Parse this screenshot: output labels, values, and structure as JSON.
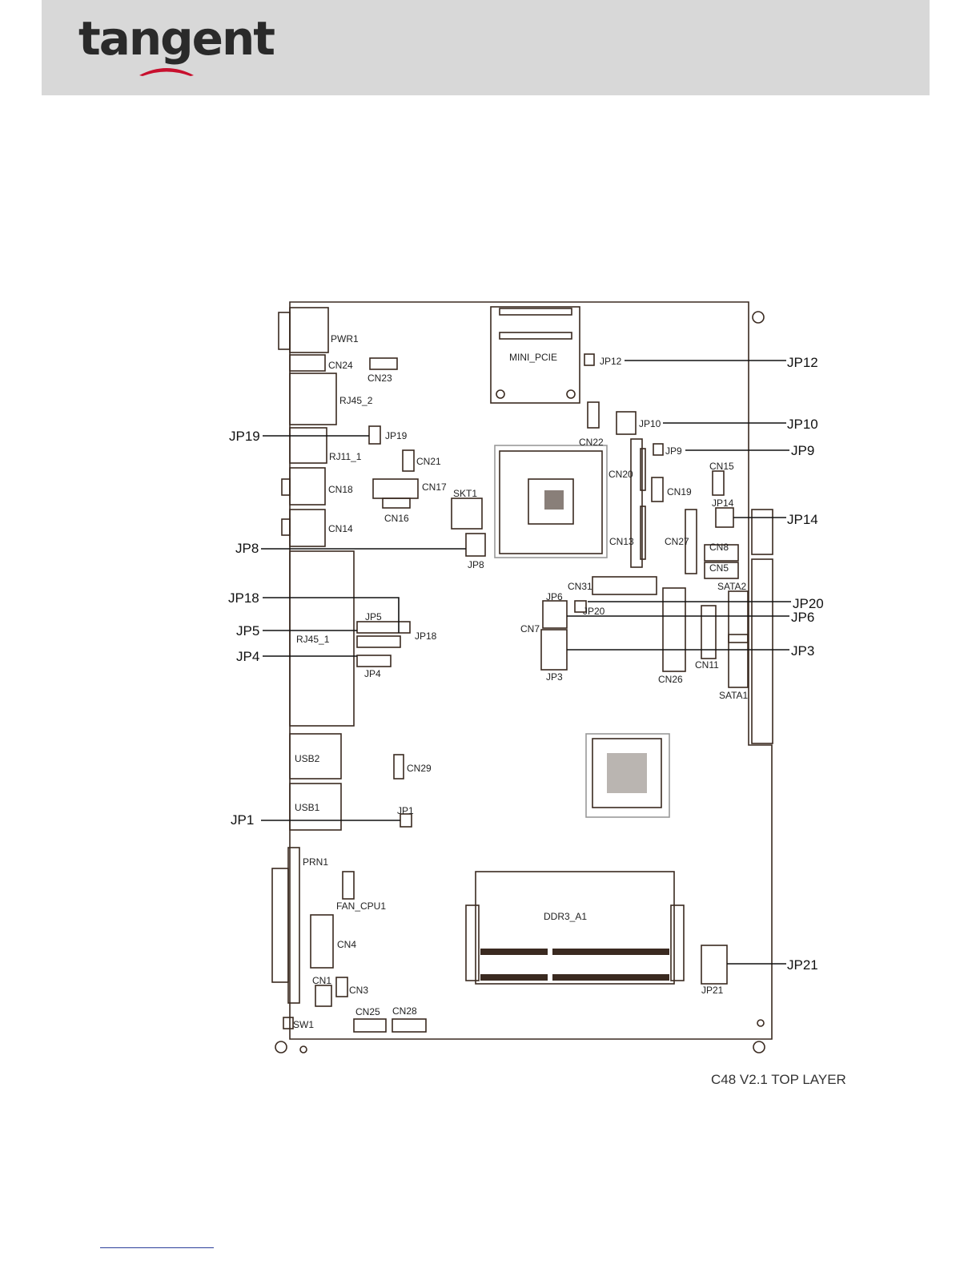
{
  "brand": {
    "logo_text": "tangent",
    "accent_color": "#c8102e"
  },
  "diagram": {
    "caption": "C48 V2.1 TOP LAYER",
    "components": [
      {
        "id": "pwr1",
        "label": "PWR1"
      },
      {
        "id": "cn24",
        "label": "CN24"
      },
      {
        "id": "cn23",
        "label": "CN23"
      },
      {
        "id": "rj45_2",
        "label": "RJ45_2"
      },
      {
        "id": "jp19",
        "label": "JP19"
      },
      {
        "id": "rj11_1",
        "label": "RJ11_1"
      },
      {
        "id": "cn21",
        "label": "CN21"
      },
      {
        "id": "cn18",
        "label": "CN18"
      },
      {
        "id": "cn17",
        "label": "CN17"
      },
      {
        "id": "cn16",
        "label": "CN16"
      },
      {
        "id": "skt1",
        "label": "SKT1"
      },
      {
        "id": "cn14",
        "label": "CN14"
      },
      {
        "id": "jp8",
        "label": "JP8"
      },
      {
        "id": "jp5",
        "label": "JP5"
      },
      {
        "id": "rj45_1",
        "label": "RJ45_1"
      },
      {
        "id": "jp18",
        "label": "JP18"
      },
      {
        "id": "jp4",
        "label": "JP4"
      },
      {
        "id": "usb2",
        "label": "USB2"
      },
      {
        "id": "cn29",
        "label": "CN29"
      },
      {
        "id": "usb1",
        "label": "USB1"
      },
      {
        "id": "jp1",
        "label": "JP1"
      },
      {
        "id": "prn1",
        "label": "PRN1"
      },
      {
        "id": "fan_cpu1",
        "label": "FAN_CPU1"
      },
      {
        "id": "cn4",
        "label": "CN4"
      },
      {
        "id": "cn1",
        "label": "CN1"
      },
      {
        "id": "cn3",
        "label": "CN3"
      },
      {
        "id": "cn25",
        "label": "CN25"
      },
      {
        "id": "cn28",
        "label": "CN28"
      },
      {
        "id": "sw1",
        "label": "SW1"
      },
      {
        "id": "mini_pcie",
        "label": "MINI_PCIE"
      },
      {
        "id": "jp12",
        "label": "JP12"
      },
      {
        "id": "cn22",
        "label": "CN22"
      },
      {
        "id": "jp10",
        "label": "JP10"
      },
      {
        "id": "jp9",
        "label": "JP9"
      },
      {
        "id": "cn20",
        "label": "CN20"
      },
      {
        "id": "cn19",
        "label": "CN19"
      },
      {
        "id": "cn15",
        "label": "CN15"
      },
      {
        "id": "jp14",
        "label": "JP14"
      },
      {
        "id": "cn13",
        "label": "CN13"
      },
      {
        "id": "cn27",
        "label": "CN27"
      },
      {
        "id": "cn8",
        "label": "CN8"
      },
      {
        "id": "cn5",
        "label": "CN5"
      },
      {
        "id": "cn31",
        "label": "CN31"
      },
      {
        "id": "sata2",
        "label": "SATA2"
      },
      {
        "id": "jp6",
        "label": "JP6"
      },
      {
        "id": "jp20",
        "label": "JP20"
      },
      {
        "id": "cn7",
        "label": "CN7"
      },
      {
        "id": "jp3",
        "label": "JP3"
      },
      {
        "id": "cn26",
        "label": "CN26"
      },
      {
        "id": "cn11",
        "label": "CN11"
      },
      {
        "id": "sata1",
        "label": "SATA1"
      },
      {
        "id": "ddr3_a1",
        "label": "DDR3_A1"
      },
      {
        "id": "jp21",
        "label": "JP21"
      }
    ],
    "callouts": [
      {
        "id": "jp12",
        "label": "JP12"
      },
      {
        "id": "jp10",
        "label": "JP10"
      },
      {
        "id": "jp9",
        "label": "JP9"
      },
      {
        "id": "jp14",
        "label": "JP14"
      },
      {
        "id": "jp20",
        "label": "JP20"
      },
      {
        "id": "jp6",
        "label": "JP6"
      },
      {
        "id": "jp3",
        "label": "JP3"
      },
      {
        "id": "jp21",
        "label": "JP21"
      },
      {
        "id": "jp19",
        "label": "JP19"
      },
      {
        "id": "jp8",
        "label": "JP8"
      },
      {
        "id": "jp18",
        "label": "JP18"
      },
      {
        "id": "jp5",
        "label": "JP5"
      },
      {
        "id": "jp4",
        "label": "JP4"
      },
      {
        "id": "jp1",
        "label": "JP1"
      }
    ]
  }
}
